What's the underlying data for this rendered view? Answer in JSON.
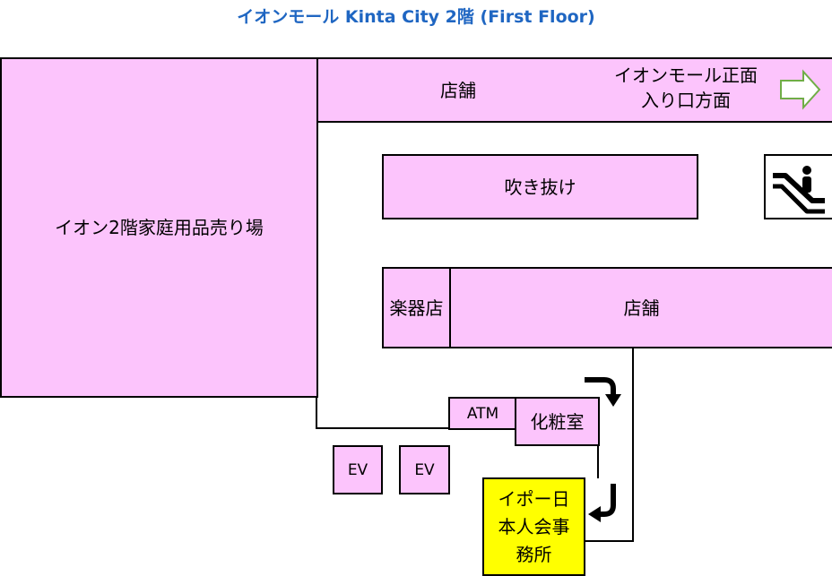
{
  "title": "イオンモール Kinta City 2階 (First Floor)",
  "areas": {
    "aeon_household": "イオン2階家庭用品売り場",
    "shop_top": "店舗",
    "main_entrance": "イオンモール正面入り口方面",
    "atrium": "吹き抜け",
    "music_store": "楽器店",
    "shop_middle": "店舗",
    "atm": "ATM",
    "restroom": "化粧室",
    "ev1": "EV",
    "ev2": "EV",
    "office": "イポー日本人会事務所"
  },
  "icons": {
    "arrow": "arrow-right-icon",
    "escalator": "escalator-icon",
    "turn_arrow": "turn-arrow-icon"
  },
  "colors": {
    "title": "#1f66c2",
    "shop_fill": "#fcc4fc",
    "office_fill": "#ffff00",
    "arrow_outline": "#70ad47"
  }
}
